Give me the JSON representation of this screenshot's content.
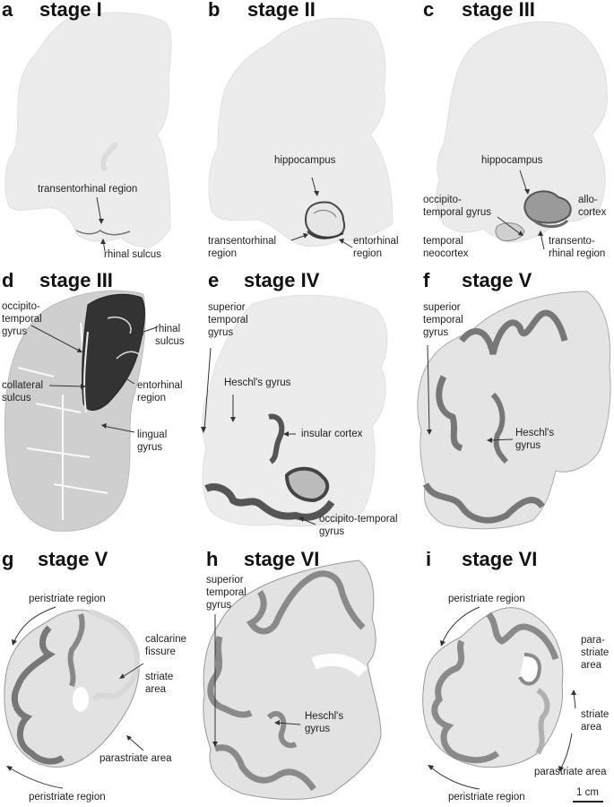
{
  "figure": {
    "panels": [
      {
        "letter": "a",
        "title": "stage I",
        "annotations": [
          "transentorhinal region",
          "rhinal sulcus"
        ]
      },
      {
        "letter": "b",
        "title": "stage II",
        "annotations": [
          "hippocampus",
          "transentorhinal\nregion",
          "entorhinal\nregion"
        ]
      },
      {
        "letter": "c",
        "title": "stage III",
        "annotations": [
          "hippocampus",
          "occipito-\ntemporal gyrus",
          "allo-\ncortex",
          "temporal\nneocortex",
          "transento-\nrhinal region"
        ]
      },
      {
        "letter": "d",
        "title": "stage III",
        "annotations": [
          "occipito-\ntemporal\ngyrus",
          "rhinal\nsulcus",
          "collateral\nsulcus",
          "entorhinal\nregion",
          "lingual\ngyrus"
        ]
      },
      {
        "letter": "e",
        "title": "stage IV",
        "annotations": [
          "superior\ntemporal\ngyrus",
          "Heschl's gyrus",
          "insular cortex",
          "occipito-temporal\ngyrus"
        ]
      },
      {
        "letter": "f",
        "title": "stage V",
        "annotations": [
          "superior\ntemporal\ngyrus",
          "Heschl's\ngyrus"
        ]
      },
      {
        "letter": "g",
        "title": "stage V",
        "annotations": [
          "peristriate region",
          "calcarine\nfissure",
          "striate\narea",
          "parastriate area",
          "peristriate region"
        ]
      },
      {
        "letter": "h",
        "title": "stage VI",
        "annotations": [
          "superior\ntemporal\ngyrus",
          "Heschl's\ngyrus"
        ]
      },
      {
        "letter": "i",
        "title": "stage VI",
        "annotations": [
          "peristriate region",
          "para-\nstriate\narea",
          "striate\narea",
          "parastriate area",
          "peristriate region"
        ]
      }
    ],
    "scale_bar": "1 cm"
  }
}
